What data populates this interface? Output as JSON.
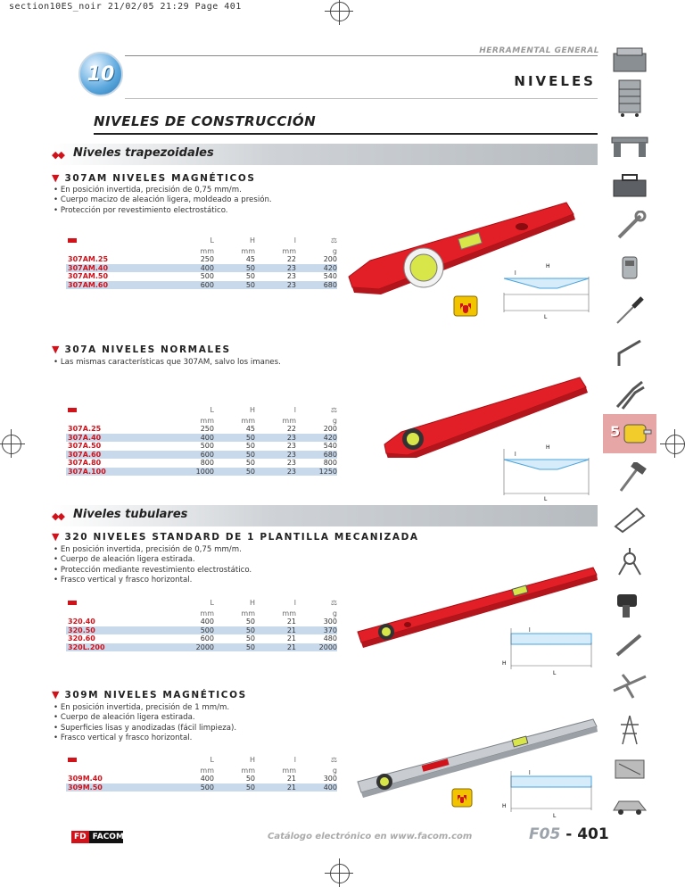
{
  "printmark": "section10ES_noir    21/02/05    21:29    Page 401",
  "chapter_tab": "10",
  "section_label": "HERRAMENTAL GENERAL",
  "page_heading": "NIVELES",
  "chapter_title": "NIVELES DE CONSTRUCCIÓN",
  "groups": {
    "trapezoidal": "Niveles trapezoidales",
    "tubular": "Niveles tubulares"
  },
  "products": [
    {
      "title": "307AM NIVELES MAGNÉTICOS",
      "bullets": [
        "En posición invertida, precisión de 0,75 mm/m.",
        "Cuerpo macizo de aleación ligera, moldeado a presión.",
        "Protección por revestimiento electrostático."
      ],
      "headers": [
        "L",
        "H",
        "l",
        "⚖"
      ],
      "units": [
        "mm",
        "mm",
        "mm",
        "g"
      ],
      "rows": [
        [
          "307AM.25",
          "250",
          "45",
          "22",
          "200"
        ],
        [
          "307AM.40",
          "400",
          "50",
          "23",
          "420"
        ],
        [
          "307AM.50",
          "500",
          "50",
          "23",
          "540"
        ],
        [
          "307AM.60",
          "600",
          "50",
          "23",
          "680"
        ]
      ]
    },
    {
      "title": "307A NIVELES NORMALES",
      "bullets": [
        "Las mismas características que 307AM, salvo los imanes."
      ],
      "headers": [
        "L",
        "H",
        "l",
        "⚖"
      ],
      "units": [
        "mm",
        "mm",
        "mm",
        "g"
      ],
      "rows": [
        [
          "307A.25",
          "250",
          "45",
          "22",
          "200"
        ],
        [
          "307A.40",
          "400",
          "50",
          "23",
          "420"
        ],
        [
          "307A.50",
          "500",
          "50",
          "23",
          "540"
        ],
        [
          "307A.60",
          "600",
          "50",
          "23",
          "680"
        ],
        [
          "307A.80",
          "800",
          "50",
          "23",
          "800"
        ],
        [
          "307A.100",
          "1000",
          "50",
          "23",
          "1250"
        ]
      ]
    },
    {
      "title": "320 NIVELES STANDARD DE 1 PLANTILLA MECANIZADA",
      "bullets": [
        "En posición invertida, precisión de 0,75 mm/m.",
        "Cuerpo de aleación ligera estirada.",
        "Protección mediante revestimiento electrostático.",
        "Frasco vertical y frasco horizontal."
      ],
      "headers": [
        "L",
        "H",
        "l",
        "⚖"
      ],
      "units": [
        "mm",
        "mm",
        "mm",
        "g"
      ],
      "rows": [
        [
          "320.40",
          "400",
          "50",
          "21",
          "300"
        ],
        [
          "320.50",
          "500",
          "50",
          "21",
          "370"
        ],
        [
          "320.60",
          "600",
          "50",
          "21",
          "480"
        ],
        [
          "320L.200",
          "2000",
          "50",
          "21",
          "2000"
        ]
      ]
    },
    {
      "title": "309M NIVELES MAGNÉTICOS",
      "bullets": [
        "En posición invertida, precisión de 1 mm/m.",
        "Cuerpo de aleación ligera estirada.",
        "Superficies lisas y anodizadas (fácil limpieza).",
        "Frasco vertical y frasco horizontal."
      ],
      "headers": [
        "L",
        "H",
        "l",
        "⚖"
      ],
      "units": [
        "mm",
        "mm",
        "mm",
        "g"
      ],
      "rows": [
        [
          "309M.40",
          "400",
          "50",
          "21",
          "300"
        ],
        [
          "309M.50",
          "500",
          "50",
          "21",
          "400"
        ]
      ]
    }
  ],
  "diagram_labels": {
    "H": "H",
    "l": "l",
    "L": "L"
  },
  "side_tab_number": "5",
  "footer": {
    "logo_mark": "FD",
    "logo_text": "FACOM",
    "catalog": "Catálogo electrónico en www.facom.com",
    "page_prefix": "F05",
    "page_dash": " - ",
    "page_number": "401"
  },
  "colors": {
    "accent": "#d0121b",
    "row_highlight": "#c8d9ec",
    "level_red": "#e21f26",
    "level_silver": "#c9cdd1"
  }
}
